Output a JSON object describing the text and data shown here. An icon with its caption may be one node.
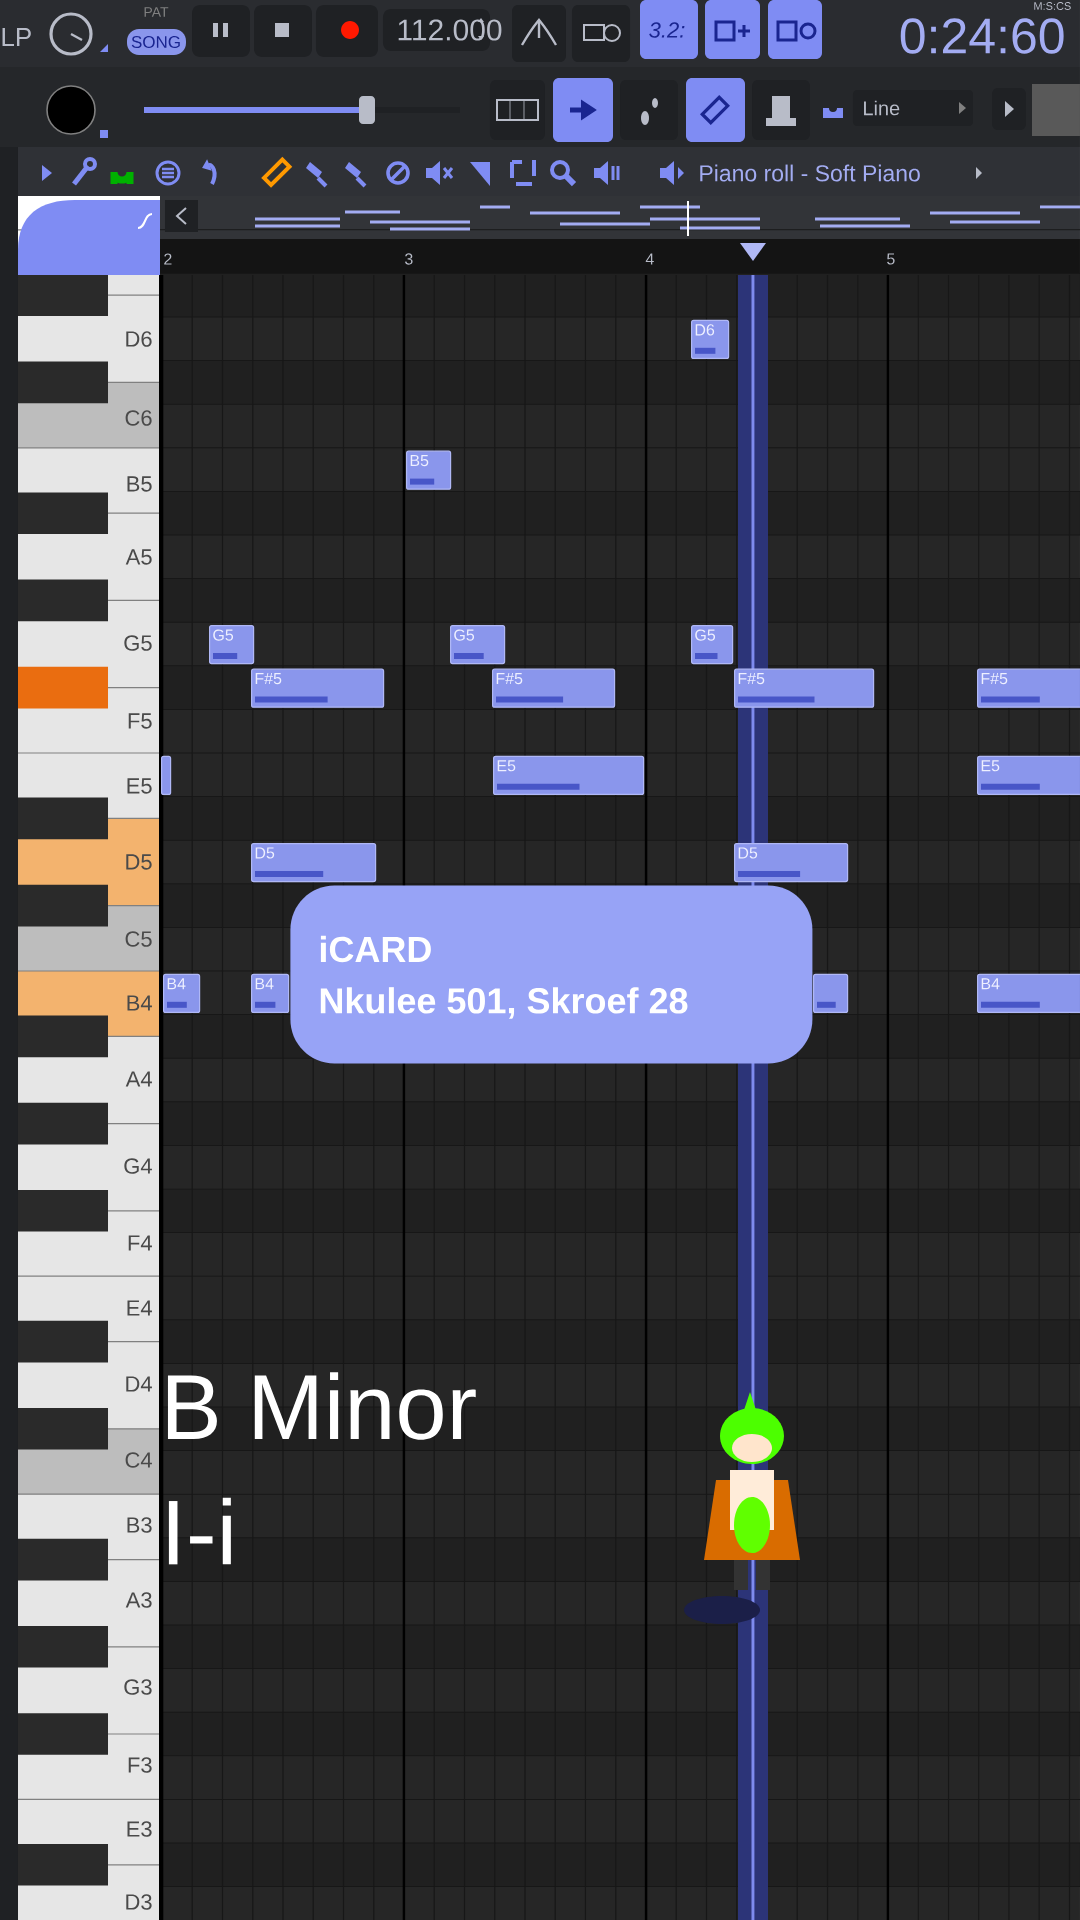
{
  "diagram": {
    "nodes": [
      {
        "text": [
          "D6"
        ]
      },
      {
        "text": [
          "B5"
        ]
      },
      {
        "text": [
          "G5"
        ]
      },
      {
        "text": [
          "G5"
        ]
      },
      {
        "text": [
          "G5"
        ]
      },
      {
        "text": [
          "F#5"
        ]
      },
      {
        "text": [
          "F#5"
        ]
      },
      {
        "text": [
          "F#5"
        ]
      },
      {
        "text": [
          "F#5"
        ]
      },
      {
        "text": [],
        "shape": "box"
      },
      {
        "text": [
          "E5"
        ]
      },
      {
        "text": [
          "E5"
        ]
      },
      {
        "text": [
          "D5"
        ]
      },
      {
        "text": [
          "D5"
        ]
      },
      {
        "text": [
          "iCARD",
          "Nkulee 501, Skroef 28"
        ]
      },
      {
        "text": [
          "B4"
        ]
      },
      {
        "text": [
          "B4"
        ]
      },
      {
        "text": [],
        "shape": "box"
      },
      {
        "text": [
          "B4"
        ]
      }
    ],
    "labels": [
      "LP",
      "PAT",
      "SONG",
      "112.000",
      "3.2:",
      "M:S:CS",
      "0:24:60",
      "Line",
      "Piano roll - Soft Piano",
      "2",
      "3",
      "4",
      "5",
      "D6",
      "C6",
      "B5",
      "A5",
      "G5",
      "F5",
      "E5",
      "D5",
      "C5",
      "B4",
      "A4",
      "G4",
      "F4",
      "E4",
      "D4",
      "B Minor",
      "C4",
      "B3",
      "I-i",
      "A3",
      "G3",
      "F3",
      "E3",
      "D3"
    ]
  }
}
